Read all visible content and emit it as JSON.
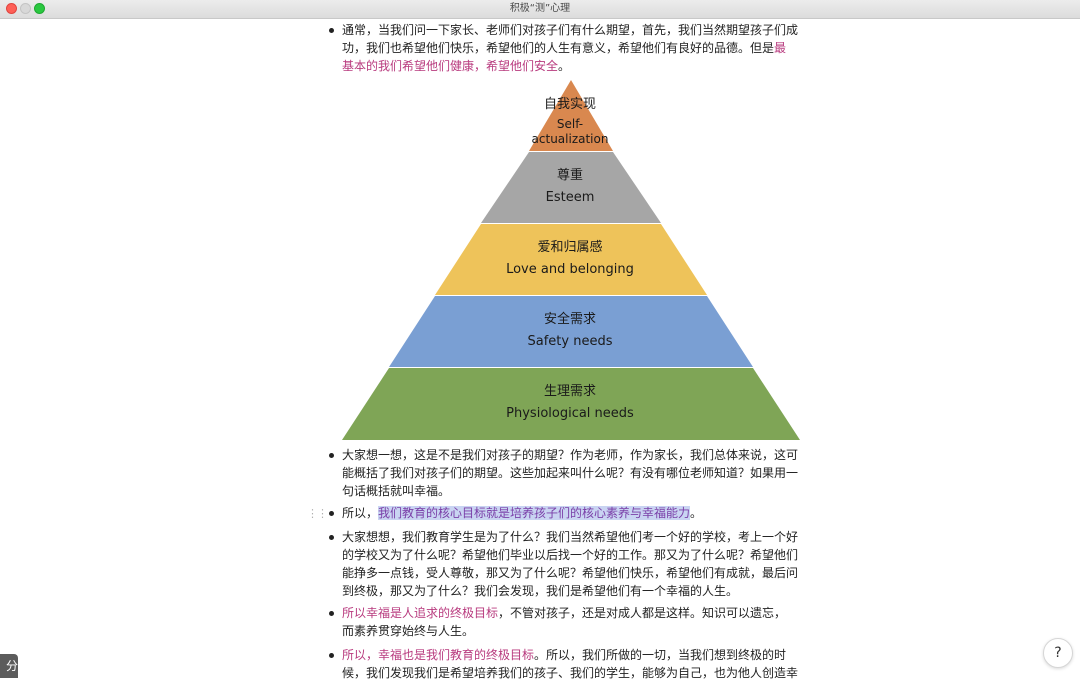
{
  "window": {
    "title": "积极“测”心理"
  },
  "bullets": {
    "b1": {
      "text": "通常，当我们问一下家长、老师们对孩子们有什么期望，首先，我们当然期望孩子们成功，我们也希望他们快乐，希望他们的人生有意义，希望他们有良好的品德。但是",
      "pink": "最基本的我们希望他们健康，希望他们安全",
      "tail": "。"
    },
    "b2": {
      "text": "大家想一想，这是不是我们对孩子的期望？作为老师，作为家长，我们总体来说，这可能概括了我们对孩子们的期望。这些加起来叫什么呢？有没有哪位老师知道？如果用一句话概括就叫幸福。"
    },
    "b3": {
      "prefix": "所以，",
      "highlight": "我们教育的核心目标就是培养孩子们的核心素养与幸福能力",
      "tail": "。"
    },
    "b4": {
      "text": "大家想想，我们教育学生是为了什么？我们当然希望他们考一个好的学校，考上一个好的学校又为了什么呢？希望他们毕业以后找一个好的工作。那又为了什么呢？希望他们能挣多一点钱，受人尊敬，那又为了什么呢？希望他们快乐，希望他们有成就，最后问到终极，那又为了什么？我们会发现，我们是希望他们有一个幸福的人生。"
    },
    "b5": {
      "pink": "所以幸福是人追求的终极目标",
      "text": "，不管对孩子，还是对成人都是这样。知识可以遗忘，而素养贯穿始终与人生。"
    },
    "b6": {
      "pink": "所以，幸福也是我们教育的终极目标",
      "text": "。所以，我们所做的一切，当我们想到终极的时候，我们发现我们是希望培养我们的孩子、我们的学生，能够为自己，也为他人创造幸"
    }
  },
  "pyramid": {
    "levels": [
      {
        "cn": "自我实现",
        "en": "Self-actualization",
        "en1": "Self-",
        "en2": "actualization",
        "color": "#d9884f"
      },
      {
        "cn": "尊重",
        "en": "Esteem",
        "color": "#a6a6a6"
      },
      {
        "cn": "爱和归属感",
        "en": "Love and belonging",
        "color": "#eec35a"
      },
      {
        "cn": "安全需求",
        "en": "Safety needs",
        "color": "#7a9fd3"
      },
      {
        "cn": "生理需求",
        "en": "Physiological needs",
        "color": "#7fa556"
      }
    ]
  },
  "ui": {
    "help_label": "?",
    "share_label": "分享",
    "drag_handle": "⋮⋮"
  }
}
